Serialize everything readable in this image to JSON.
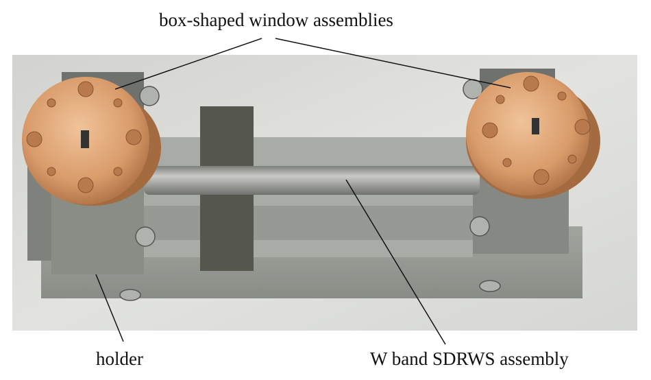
{
  "figure": {
    "labels": {
      "top": "box-shaped window assemblies",
      "holder": "holder",
      "assembly": "W band SDRWS assembly"
    },
    "colors": {
      "background": "#d9dad6",
      "metal": "#8e908c",
      "copper": "#d9a072",
      "dark_block": "#55574f"
    }
  }
}
